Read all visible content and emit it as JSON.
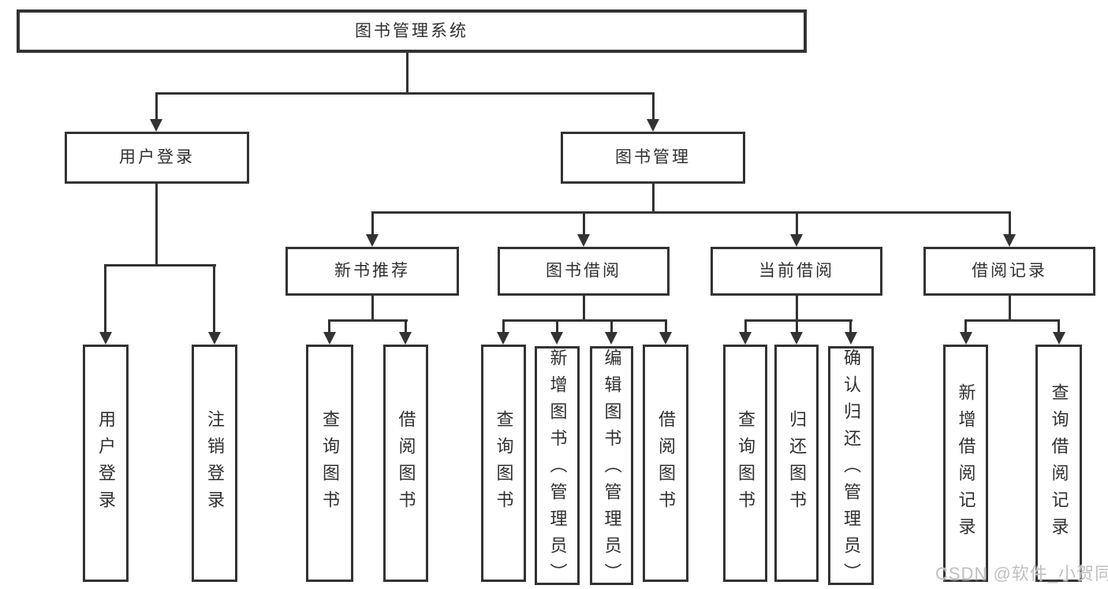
{
  "diagram_title": "图书管理系统",
  "colors": {
    "line": "#333333",
    "text": "#303030",
    "bg": "#ffffff",
    "watermark": "#c0c0c0"
  },
  "nodes": {
    "root": {
      "label": "图书管理系统"
    },
    "user_login": {
      "label": "用户登录"
    },
    "book_mgmt": {
      "label": "图书管理"
    },
    "new_book_rec": {
      "label": "新书推荐"
    },
    "book_borrow": {
      "label": "图书借阅"
    },
    "current_borrow": {
      "label": "当前借阅"
    },
    "borrow_records": {
      "label": "借阅记录"
    },
    "leaf_user_login": {
      "label": "用户登录"
    },
    "leaf_logout": {
      "label": "注销登录"
    },
    "nb_query_books": {
      "label": "查询图书"
    },
    "nb_borrow_books": {
      "label": "借阅图书"
    },
    "bb_query_books": {
      "label": "查询图书"
    },
    "bb_add_book": {
      "label": "新增图书（管理员）"
    },
    "bb_edit_book": {
      "label": "编辑图书（管理员）"
    },
    "bb_borrow_books": {
      "label": "借阅图书"
    },
    "cb_query_books": {
      "label": "查询图书"
    },
    "cb_return_book": {
      "label": "归还图书"
    },
    "cb_confirm_return": {
      "label": "确认归还（管理员）"
    },
    "br_add_record": {
      "label": "新增借阅记录"
    },
    "br_query_record": {
      "label": "查询借阅记录"
    }
  },
  "hierarchy": {
    "root": [
      "user_login",
      "book_mgmt"
    ],
    "user_login": [
      "leaf_user_login",
      "leaf_logout"
    ],
    "book_mgmt": [
      "new_book_rec",
      "book_borrow",
      "current_borrow",
      "borrow_records"
    ],
    "new_book_rec": [
      "nb_query_books",
      "nb_borrow_books"
    ],
    "book_borrow": [
      "bb_query_books",
      "bb_add_book",
      "bb_edit_book",
      "bb_borrow_books"
    ],
    "current_borrow": [
      "cb_query_books",
      "cb_return_book",
      "cb_confirm_return"
    ],
    "borrow_records": [
      "br_add_record",
      "br_query_record"
    ]
  },
  "watermark": {
    "text": "CSDN @软件_小贺同学"
  }
}
